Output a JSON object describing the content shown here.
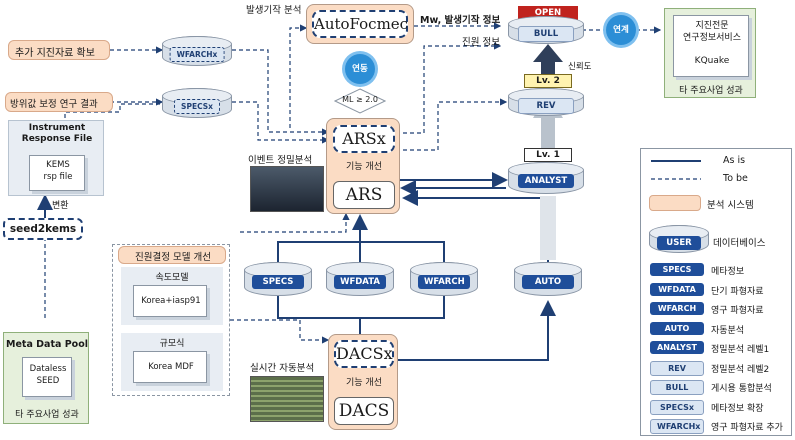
{
  "inputs": {
    "extra_data": "추가 지진자료 확보",
    "azimuth_study": "방위값 보정 연구 결과"
  },
  "cylinders": {
    "wfarchx": "WFARCHx",
    "specsx": "SPECSx",
    "bull": "BULL",
    "rev": "REV",
    "analyst": "ANALYST",
    "specs": "SPECS",
    "wfdata": "WFDATA",
    "wfarch": "WFARCH",
    "auto": "AUTO"
  },
  "badges": {
    "open": "OPEN",
    "lv2": "Lv. 2",
    "lv1": "Lv. 1"
  },
  "instrument": {
    "title": "Instrument\nResponse File",
    "file": "KEMS\nrsp file"
  },
  "labels": {
    "conversion": "변환",
    "seed2kems": "seed2kems",
    "event_analysis": "발생기작 분석",
    "mw_info": "Mw, 발생기작 정보",
    "source_info": "진원 정보",
    "reliability": "신뢰도",
    "link": "연계",
    "linkage": "연동",
    "ml_cond": "ML ≥ 2.0",
    "precise_analysis": "이벤트 정밀분석",
    "realtime_analysis": "실시간 자동분석",
    "func_improve_top": "기능 개선",
    "func_improve_bottom": "기능 개선"
  },
  "systems": {
    "autofocmec": "AutoFocmec",
    "arsx": "ARSx",
    "ars": "ARS",
    "dacsx": "DACSx",
    "dacs": "DACS"
  },
  "kquake": {
    "title": "지진전문\n연구정보서비스",
    "name": "KQuake",
    "caption": "타 주요사업 성과"
  },
  "metadata_pool": {
    "title": "Meta Data Pool",
    "doc": "Dataless\nSEED",
    "caption": "타 주요사업 성과"
  },
  "model_panel": {
    "title": "진원결정 모델 개선",
    "velocity": "속도모델",
    "velocity_doc": "Korea+iasp91",
    "magnitude": "규모식",
    "magnitude_doc": "Korea MDF"
  },
  "legend": {
    "as_is": "As is",
    "to_be": "To be",
    "system": "분석 시스템",
    "user": "USER",
    "database": "데이터베이스",
    "items": [
      {
        "tag": "SPECS",
        "text": "메타정보",
        "style": "solid"
      },
      {
        "tag": "WFDATA",
        "text": "단기 파형자료",
        "style": "solid"
      },
      {
        "tag": "WFARCH",
        "text": "영구 파형자료",
        "style": "solid"
      },
      {
        "tag": "AUTO",
        "text": "자동분석",
        "style": "solid"
      },
      {
        "tag": "ANALYST",
        "text": "정밀분석 레벨1",
        "style": "solid"
      },
      {
        "tag": "REV",
        "text": "정밀분석 레벨2",
        "style": "light"
      },
      {
        "tag": "BULL",
        "text": "게시용 통합분석",
        "style": "light"
      },
      {
        "tag": "SPECSx",
        "text": "메타정보 확장",
        "style": "light"
      },
      {
        "tag": "WFARCHx",
        "text": "영구 파형자료 추가",
        "style": "light"
      }
    ]
  },
  "colors": {
    "navy": "#1f3f73",
    "peach": "#fbdcc4",
    "green": "#e6f0dc",
    "blue": "#1f4e9a",
    "gear": "#2c8ed6"
  }
}
